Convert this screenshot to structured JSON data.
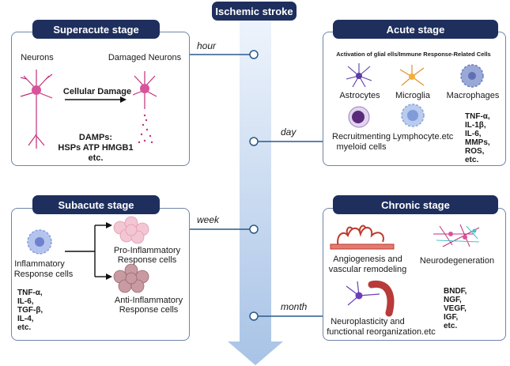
{
  "title": "Ischemic stroke",
  "timeline": {
    "hour": "hour",
    "day": "day",
    "week": "week",
    "month": "month"
  },
  "superacute": {
    "header": "Superacute stage",
    "neurons": "Neurons",
    "damaged": "Damaged Neurons",
    "arrow": "Cellular Damage",
    "damps_title": "DAMPs:",
    "damps_items": "HSPs ATP HMGB1",
    "damps_etc": "etc."
  },
  "acute": {
    "header": "Acute stage",
    "subtitle": "Activation of glial ells/Immune Response-Related Cells",
    "astrocytes": "Astrocytes",
    "microglia": "Microglia",
    "macrophages": "Macrophages",
    "recruit1": "Recruitmenting",
    "recruit2": "myeloid cells",
    "lymph": "Lymphocyte.etc",
    "cytokines": [
      "TNF-α,",
      "IL-1β,",
      "IL-6,",
      "MMPs,",
      "ROS,",
      "etc."
    ]
  },
  "subacute": {
    "header": "Subacute stage",
    "infl1": "Inflammatory",
    "infl2": "Response cells",
    "pro1": "Pro-Inflammatory",
    "pro2": "Response cells",
    "anti1": "Anti-Inflammatory",
    "anti2": "Response cells",
    "cytokines": [
      "TNF-α,",
      "IL-6,",
      "TGF-β,",
      "IL-4,",
      "etc."
    ]
  },
  "chronic": {
    "header": "Chronic stage",
    "angio1": "Angiogenesis and",
    "angio2": "vascular remodeling",
    "neurodeg": "Neurodegeneration",
    "plast1": "Neuroplasticity and",
    "plast2": "functional reorganization.etc",
    "factors": [
      "BNDF,",
      "NGF,",
      "VEGF,",
      "IGF,",
      "etc."
    ]
  },
  "colors": {
    "header": "#1e2f5e",
    "border": "#6f85a8",
    "neuron": "#c2307a",
    "arrow": "#cfe0f4"
  }
}
